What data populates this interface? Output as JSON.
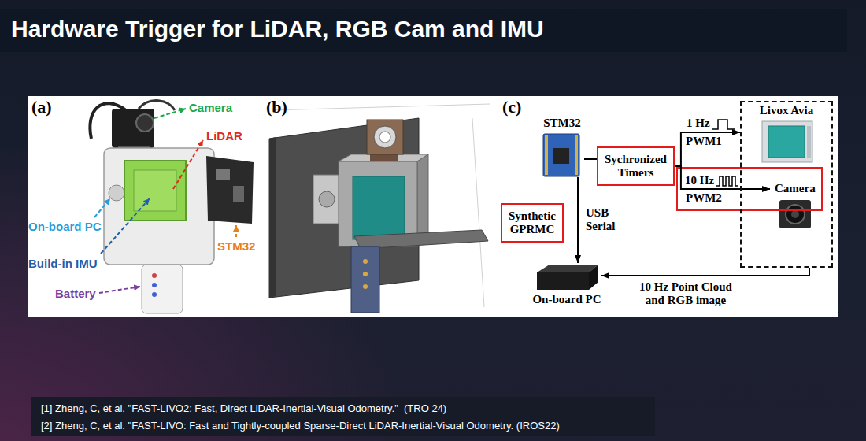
{
  "diagram": {
    "title": "Hardware Trigger for LiDAR, RGB Cam and IMU",
    "nodes": [
      {
        "text": [
          "STM32"
        ]
      },
      {
        "text": [
          "Sychronized Timers"
        ]
      },
      {
        "text": [
          "Synthetic GPRMC"
        ]
      },
      {
        "text": [
          "Livox Avia"
        ]
      },
      {
        "text": [
          "Camera"
        ],
        "in": 3
      },
      {
        "text": [
          "On-board PC"
        ]
      }
    ],
    "edges": [
      {
        "from": 0,
        "to": 1,
        "arrow": "none"
      },
      {
        "from": 1,
        "to": 3,
        "arrow": "to"
      },
      {
        "from": 1,
        "to": 4,
        "arrow": "to"
      },
      {
        "from": 0,
        "to": 5,
        "arrow": "to",
        "label": "USB Serial"
      },
      {
        "from": 3,
        "to": 5,
        "arrow": "to",
        "label": "10 Hz Point Cloud and RGB image"
      }
    ],
    "labels": [
      "(a)",
      "Camera",
      "LiDAR",
      "On-board PC",
      "Build-in IMU",
      "Battery",
      "STM32",
      "(b)",
      "(c)",
      "1 Hz",
      "PWM1",
      "10 Hz",
      "PWM2",
      "[1] Zheng, C, et al. \"FAST-LIVO2: Fast, Direct LiDAR-Inertial-Visual Odometry.\"  (TRO 24)",
      "[2] Zheng, C, et al. \"FAST-LIVO: Fast and Tightly-coupled Sparse-Direct LiDAR-Inertial-Visual Odometry. (IROS22)"
    ]
  }
}
